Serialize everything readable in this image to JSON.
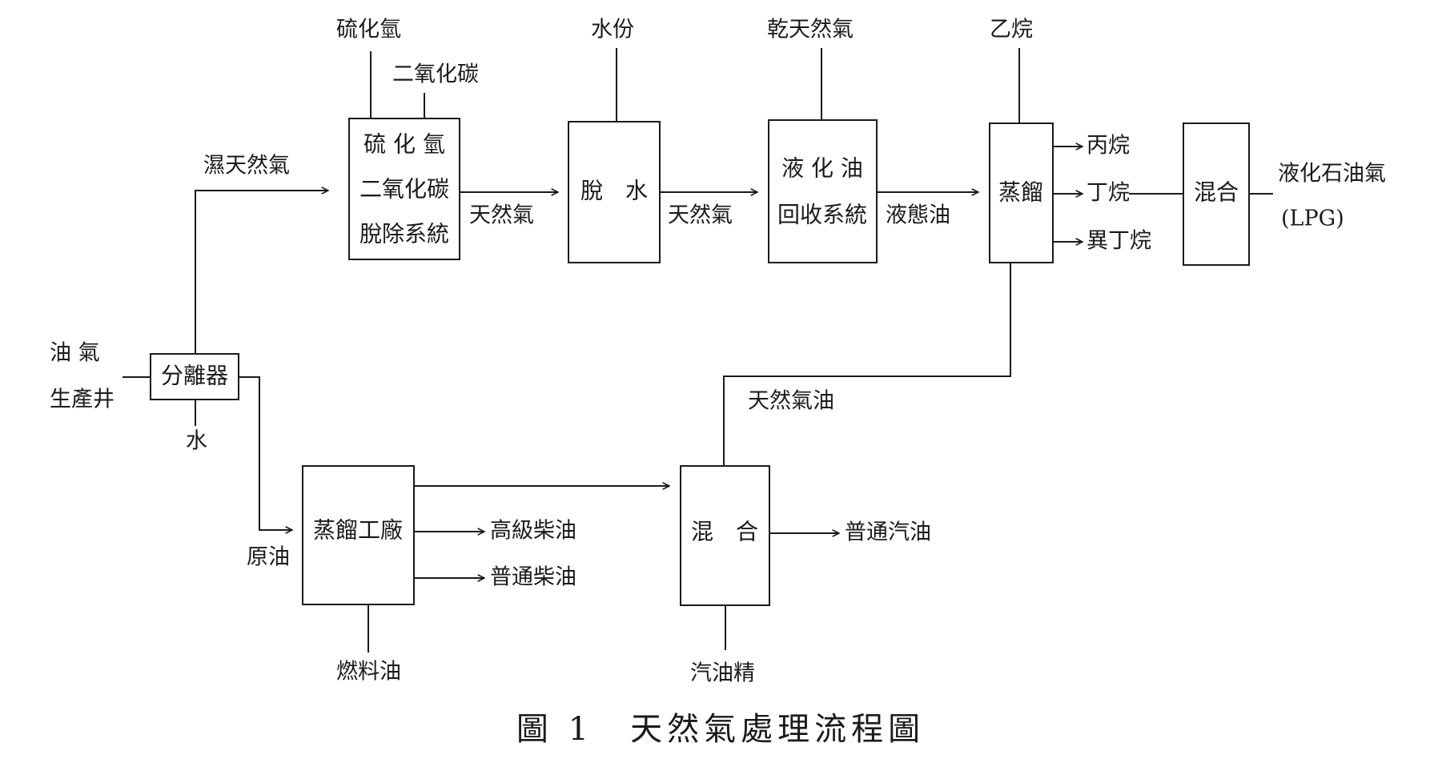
{
  "caption": "圖 1　天然氣處理流程圖",
  "nodes": {
    "well": [
      "油 氣",
      "生產井"
    ],
    "separator": "分離器",
    "sour_removal": [
      "硫 化 氫",
      "二氧化碳",
      "脫除系統"
    ],
    "dehydration": "脫　水",
    "ngl_recovery": [
      "液 化 油",
      "回收系統"
    ],
    "fractionation": "蒸餾",
    "lpg_mix": "混合",
    "refinery": "蒸餾工廠",
    "gasoline_mix": "混　合"
  },
  "labels": {
    "h2s": "硫化氫",
    "co2": "二氧化碳",
    "wet_gas": "濕天然氣",
    "water_out_top": "水份",
    "dry_gas": "乾天然氣",
    "ethane": "乙烷",
    "natural_gas_1": "天然氣",
    "natural_gas_2": "天然氣",
    "liquid_oil": "液態油",
    "propane": "丙烷",
    "butane": "丁烷",
    "isobutane": "異丁烷",
    "lpg": "液化石油氣",
    "lpg_abbr": "(LPG)",
    "water_bottom": "水",
    "crude_oil": "原油",
    "premium_diesel": "高級柴油",
    "regular_diesel": "普通柴油",
    "fuel_oil": "燃料油",
    "condensate": "天然氣油",
    "regular_gasoline": "普通汽油",
    "naphtha": "汽油精"
  }
}
